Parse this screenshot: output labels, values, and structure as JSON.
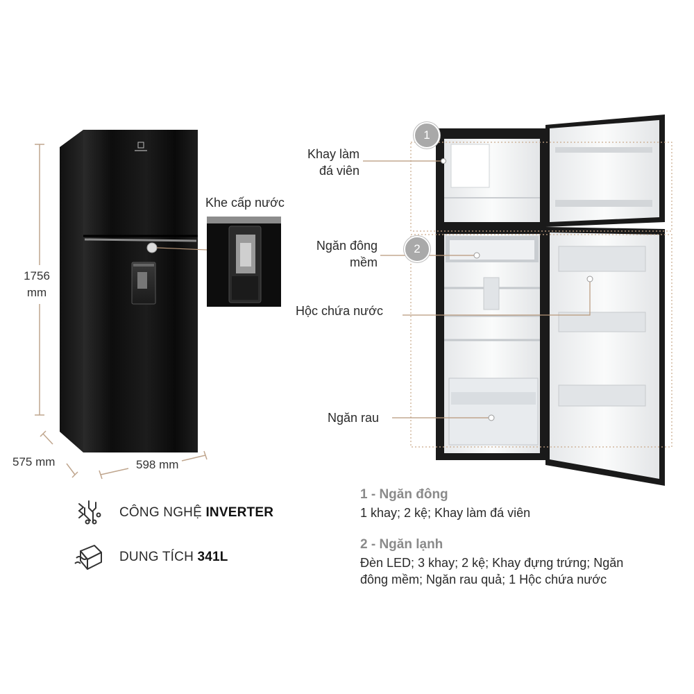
{
  "dimensions": {
    "height_value": "1756",
    "height_unit": "mm",
    "depth": "575 mm",
    "width": "598 mm"
  },
  "callouts": {
    "water_slot": "Khe cấp nước",
    "ice_tray_line1": "Khay làm",
    "ice_tray_line2": "đá viên",
    "soft_freeze_line1": "Ngăn đông",
    "soft_freeze_line2": "mềm",
    "water_tank": "Hộc chứa nước",
    "vegetable": "Ngăn rau"
  },
  "markers": {
    "m1": "1",
    "m2": "2"
  },
  "features": [
    {
      "icon": "inverter-circuit-icon",
      "prefix": "CÔNG NGHỆ ",
      "bold": "INVERTER"
    },
    {
      "icon": "capacity-box-icon",
      "prefix": "DUNG TÍCH ",
      "bold": "341L"
    }
  ],
  "sections": [
    {
      "title": "1 - Ngăn đông",
      "lines": [
        "1 khay; 2 kệ; Khay làm đá viên"
      ]
    },
    {
      "title": "2 - Ngăn lạnh",
      "lines": [
        "Đèn LED; 3 khay; 2 kệ; Khay đựng trứng; Ngăn",
        "đông mềm; Ngăn rau quả; 1 Hộc chứa nước"
      ]
    }
  ],
  "colors": {
    "fridge_body": "#151515",
    "fridge_interior": "#f4f5f6",
    "callout_line": "#b8977a",
    "dotted_box": "#c9a98a",
    "marker_fill": "#a9a9a9"
  }
}
